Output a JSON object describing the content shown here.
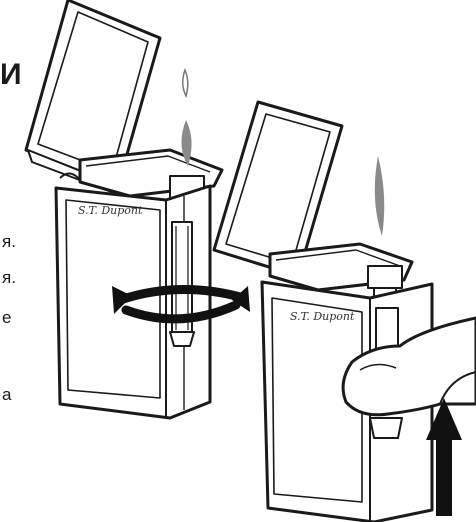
{
  "cropped_text": {
    "title_fragment": "И",
    "lines": [
      "я.",
      "я.",
      "е",
      "а"
    ]
  },
  "lighter_brand": "S.T. Dupont",
  "colors": {
    "ink": "#1a1a1a",
    "flame": "#8a8a8a",
    "arrow": "#111111"
  },
  "icons": [
    "rotate-arrow-icon",
    "up-arrow-icon",
    "flame-icon"
  ]
}
